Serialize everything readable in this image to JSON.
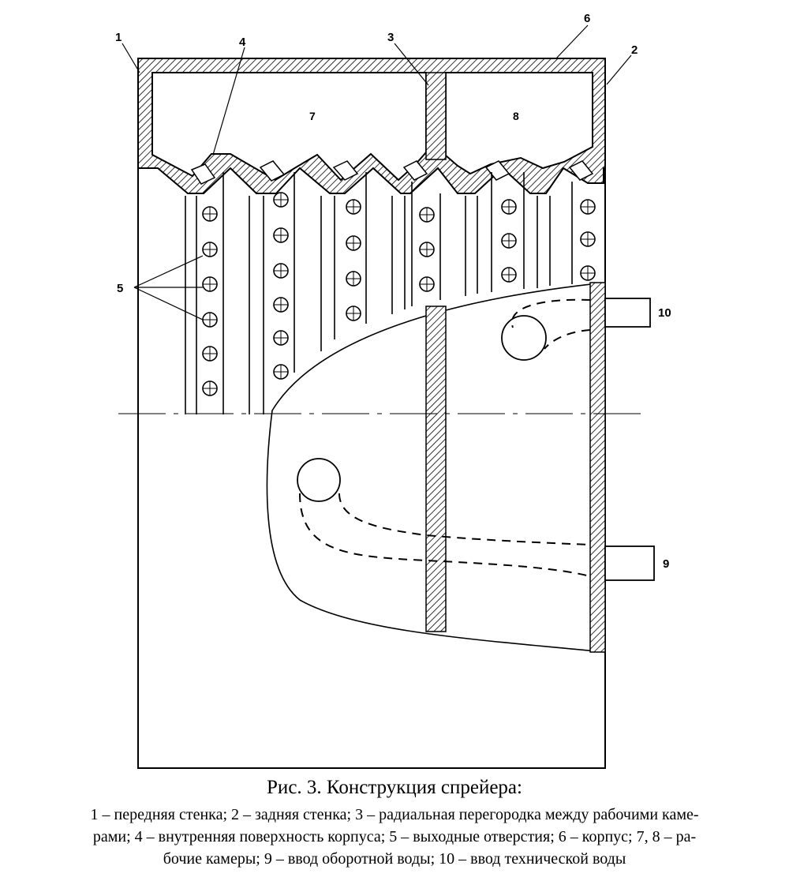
{
  "figure": {
    "callouts": [
      "1",
      "2",
      "3",
      "4",
      "5",
      "6",
      "7",
      "8",
      "9",
      "10"
    ],
    "caption_title": "Рис. 3. Конструкция спрейера:",
    "caption_lines": [
      "1 – передняя стенка; 2 – задняя стенка; 3 – радиальная перегородка между рабочими каме-",
      "рами; 4 – внутренняя поверхность корпуса; 5 – выходные отверстия; 6 – корпус; 7, 8 – ра-",
      "бочие камеры; 9 – ввод оборотной воды; 10 – ввод технической воды"
    ]
  }
}
